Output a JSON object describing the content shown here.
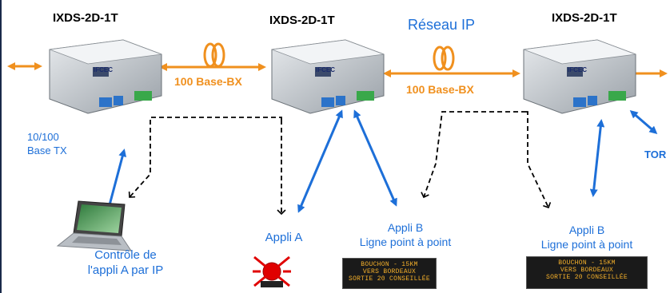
{
  "devices": [
    {
      "label": "IXDS-2D-1T",
      "brand": "IFCEC"
    },
    {
      "label": "IXDS-2D-1T",
      "brand": "IFCEC"
    },
    {
      "label": "IXDS-2D-1T",
      "brand": "IFCEC"
    }
  ],
  "links": {
    "fiber1": "100 Base-BX",
    "fiber2": "100 Base-BX",
    "network": "Réseau IP",
    "ethernet_line1": "10/100",
    "ethernet_line2": "Base TX",
    "tor": "TOR"
  },
  "apps": {
    "control_line1": "Contrôle de",
    "control_line2": "l'appli A par IP",
    "appli_a": "Appli  A",
    "appli_b1_line1": "Appli  B",
    "appli_b1_line2": "Ligne point à point",
    "appli_b2_line1": "Appli  B",
    "appli_b2_line2": "Ligne point à point"
  },
  "panels": [
    {
      "line1": "BOUCHON - 15KM",
      "line2": "VERS  BORDEAUX",
      "line3": "SORTIE 20 CONSEILLÉE"
    },
    {
      "line1": "BOUCHON - 15KM",
      "line2": "VERS  BORDEAUX",
      "line3": "SORTIE 20 CONSEILLÉE"
    }
  ],
  "colors": {
    "fiber": "#f0901e",
    "data_link": "#1d6fd8",
    "control_path": "#000000",
    "alarm": "#e00000"
  }
}
